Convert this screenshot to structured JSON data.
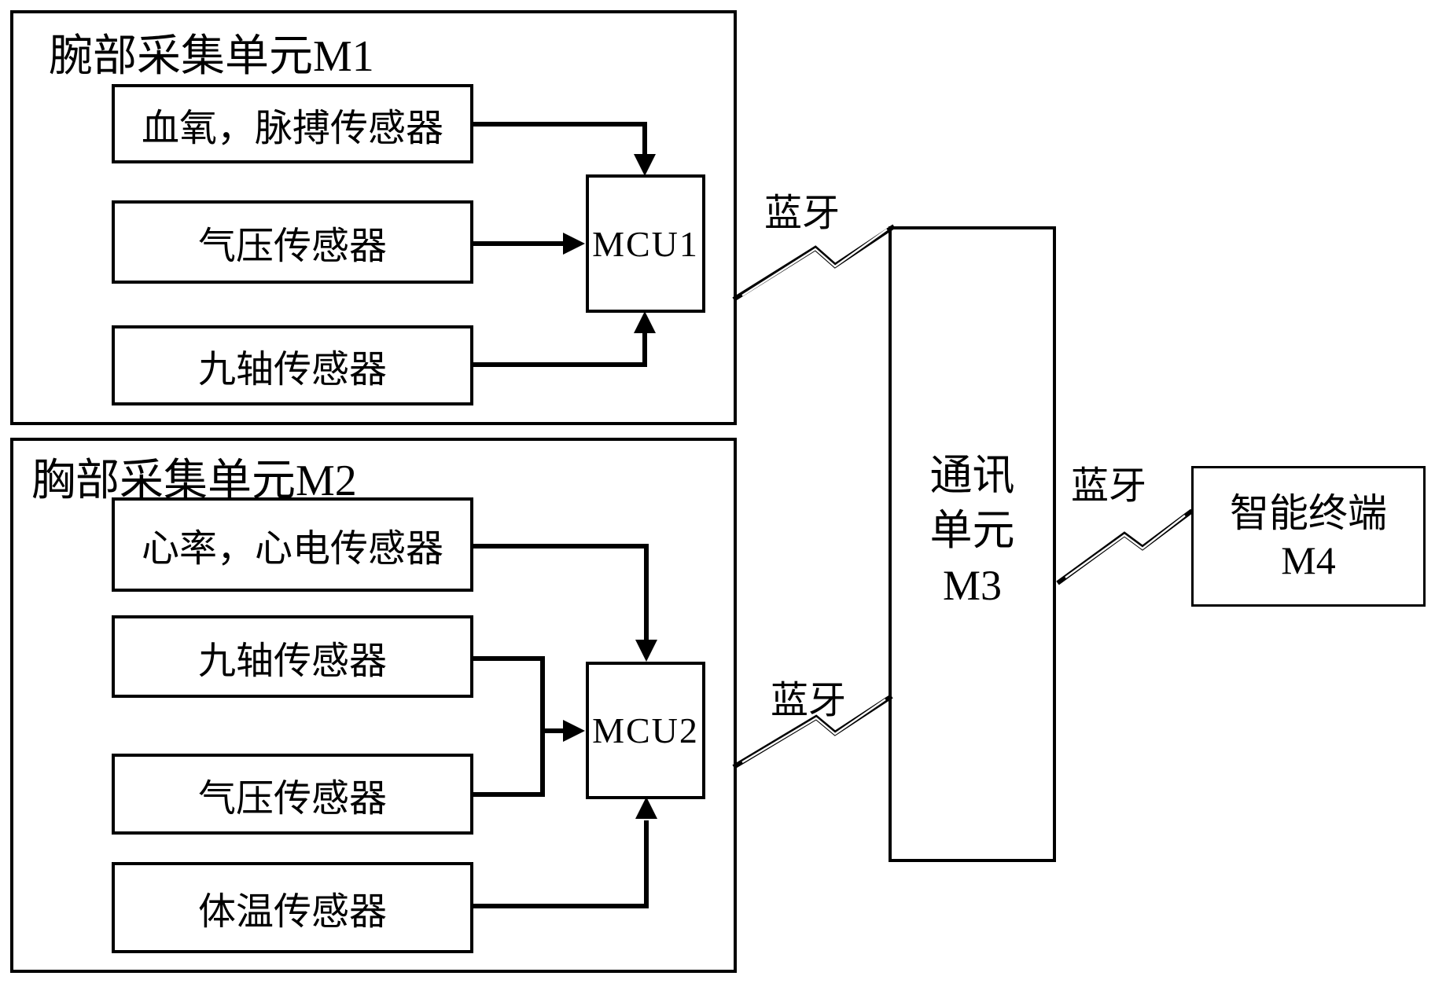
{
  "units": {
    "m1": {
      "title": "腕部采集单元M1",
      "sensors": [
        "血氧，脉搏传感器",
        "气压传感器",
        "九轴传感器"
      ],
      "mcu_label": "MCU1"
    },
    "m2": {
      "title": "胸部采集单元M2",
      "sensors": [
        "心率，心电传感器",
        "九轴传感器",
        "气压传感器",
        "体温传感器"
      ],
      "mcu_label": "MCU2"
    },
    "m3": {
      "lines": [
        "通讯",
        "单元",
        "M3"
      ]
    },
    "m4": {
      "lines": [
        "智能终端",
        "M4"
      ]
    }
  },
  "links": {
    "bluetooth_top": "蓝牙",
    "bluetooth_right": "蓝牙",
    "bluetooth_bottom": "蓝牙"
  },
  "colors": {
    "line": "#000000",
    "background": "#ffffff"
  }
}
